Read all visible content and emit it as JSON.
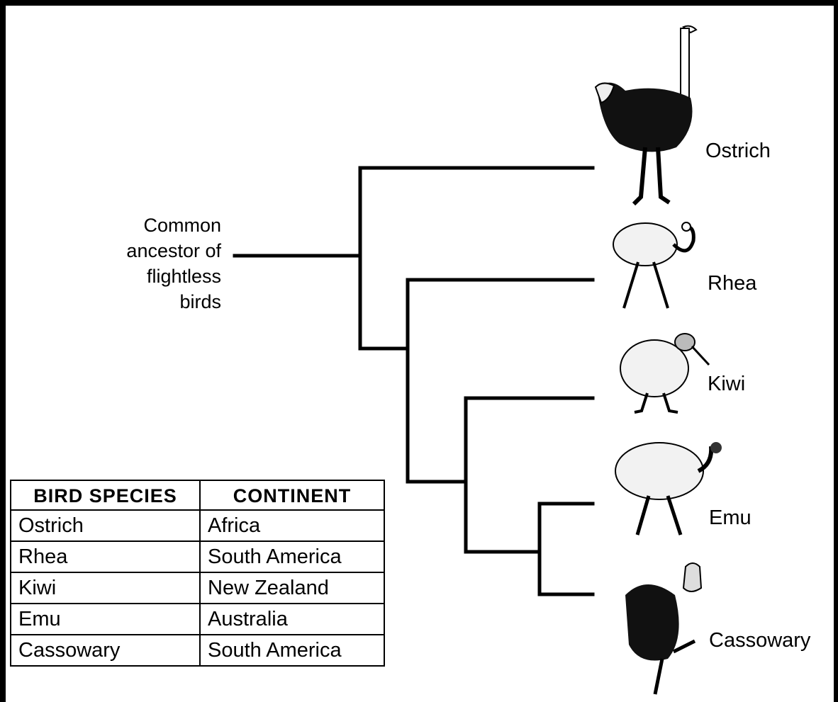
{
  "ancestor_label": "Common\nancestor of\nflightless\nbirds",
  "species": [
    {
      "name": "Ostrich"
    },
    {
      "name": "Rhea"
    },
    {
      "name": "Kiwi"
    },
    {
      "name": "Emu"
    },
    {
      "name": "Cassowary"
    }
  ],
  "table": {
    "headers": [
      "BIRD SPECIES",
      "CONTINENT"
    ],
    "rows": [
      [
        "Ostrich",
        "Africa"
      ],
      [
        "Rhea",
        "South America"
      ],
      [
        "Kiwi",
        "New Zealand"
      ],
      [
        "Emu",
        "Australia"
      ],
      [
        "Cassowary",
        "South America"
      ]
    ]
  },
  "colors": {
    "line": "#000000",
    "background": "#ffffff",
    "plumage_dark": "#111111",
    "plumage_light": "#f2f2f2"
  },
  "icons": [
    "ostrich-illustration",
    "rhea-illustration",
    "kiwi-illustration",
    "emu-illustration",
    "cassowary-illustration"
  ]
}
